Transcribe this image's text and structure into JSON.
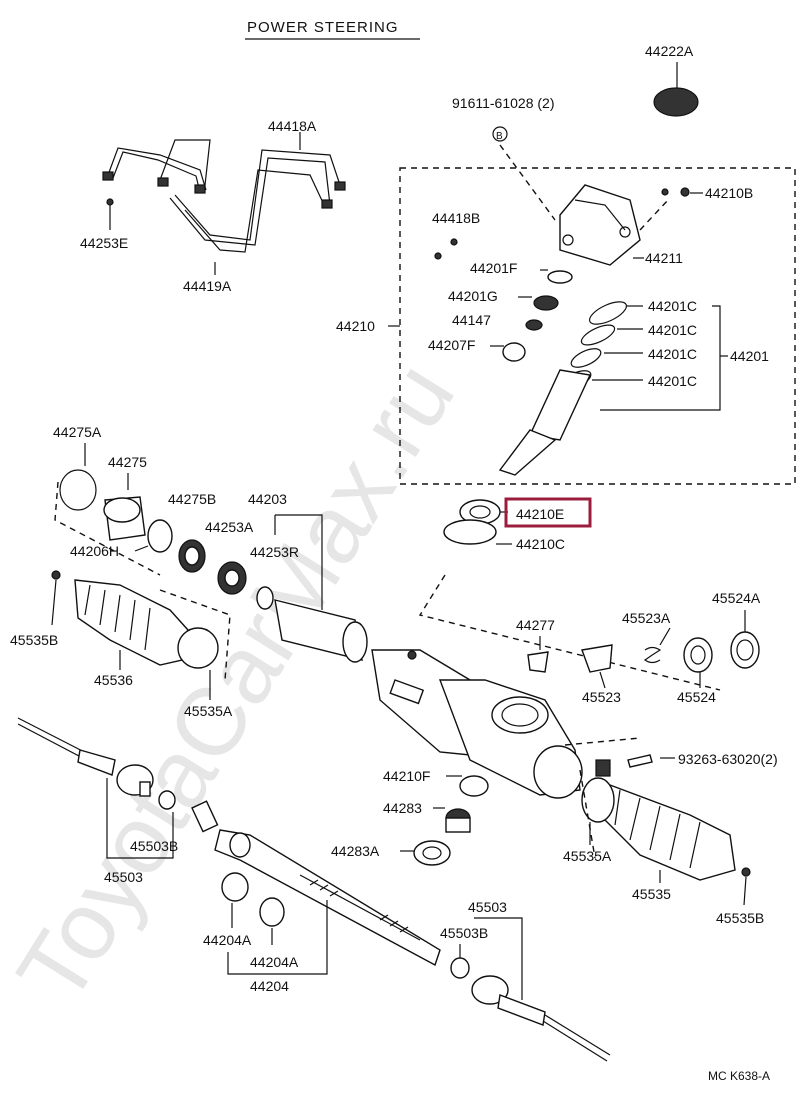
{
  "diagram": {
    "title": "POWER STEERING",
    "watermark": "ToyotaCarMax.ru",
    "highlight_color": "#9b1c3c",
    "corner_code": "MC  K638-A",
    "highlighted_part": "44210E",
    "labels": {
      "p44222A": "44222A",
      "p91611": "91611-61028 (2)",
      "circleB": "B",
      "p44418A": "44418A",
      "p44253E": "44253E",
      "p44419A": "44419A",
      "p44210B": "44210B",
      "p44418B": "44418B",
      "p44211": "44211",
      "p44201F": "44201F",
      "p44201G": "44201G",
      "p44210": "44210",
      "p44147": "44147",
      "p44207F": "44207F",
      "p44201C_1": "44201C",
      "p44201C_2": "44201C",
      "p44201C_3": "44201C",
      "p44201C_4": "44201C",
      "p44201": "44201",
      "p44210E": "44210E",
      "p44210C": "44210C",
      "p44275A": "44275A",
      "p44275": "44275",
      "p44275B": "44275B",
      "p44203": "44203",
      "p44253A": "44253A",
      "p44206H": "44206H",
      "p44253R": "44253R",
      "p45535B_l": "45535B",
      "p45536": "45536",
      "p45535A_l": "45535A",
      "p44277": "44277",
      "p45523A": "45523A",
      "p45524A": "45524A",
      "p45523": "45523",
      "p45524": "45524",
      "p93263": "93263-63020(2)",
      "p44210F": "44210F",
      "p44283": "44283",
      "p44283A": "44283A",
      "p45503B_l": "45503B",
      "p45503_l": "45503",
      "p45535A_r": "45535A",
      "p45535": "45535",
      "p45535B_r": "45535B",
      "p45503_r": "45503",
      "p45503B_r": "45503B",
      "p44204A_1": "44204A",
      "p44204A_2": "44204A",
      "p44204": "44204"
    }
  }
}
